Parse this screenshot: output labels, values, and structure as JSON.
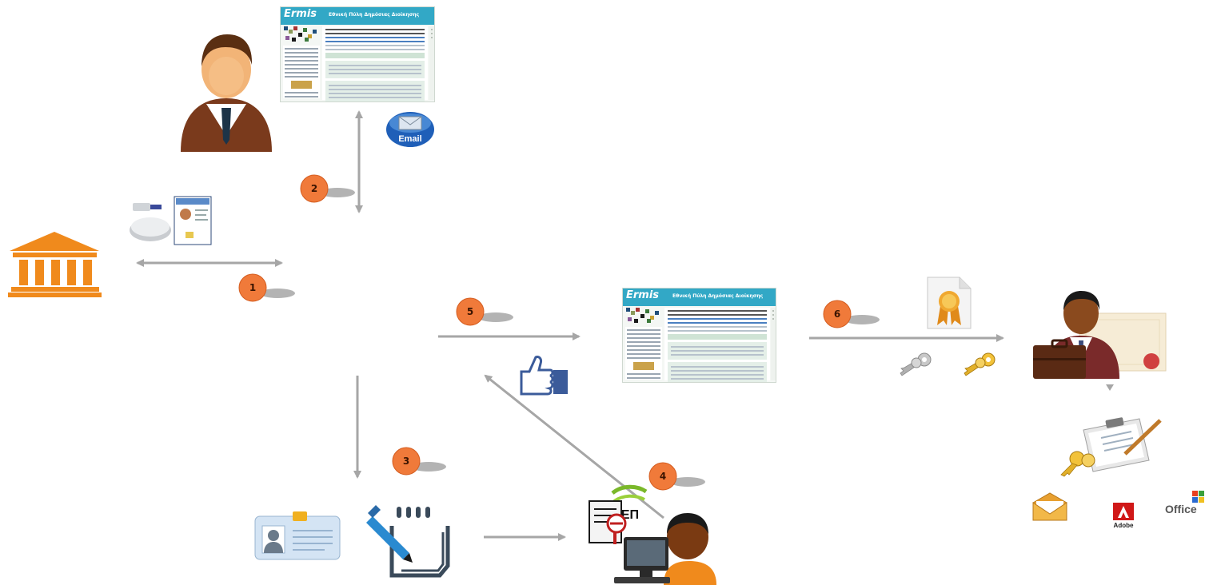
{
  "steps": [
    "1",
    "2",
    "3",
    "4",
    "5",
    "6"
  ],
  "portal_screenshot": {
    "logo": "Ermis",
    "banner_title": "Εθνική Πύλη Δημόσιας Διοίκησης"
  },
  "icon_labels": {
    "email": "Email",
    "adobe": "Adobe",
    "office": "Office",
    "epsilon": "ΕΠ"
  },
  "colors": {
    "step_badge": "#f07a3a",
    "arrow": "#a6a6a6",
    "institution": "#f08a1c",
    "portal_banner": "#32a8c6"
  }
}
